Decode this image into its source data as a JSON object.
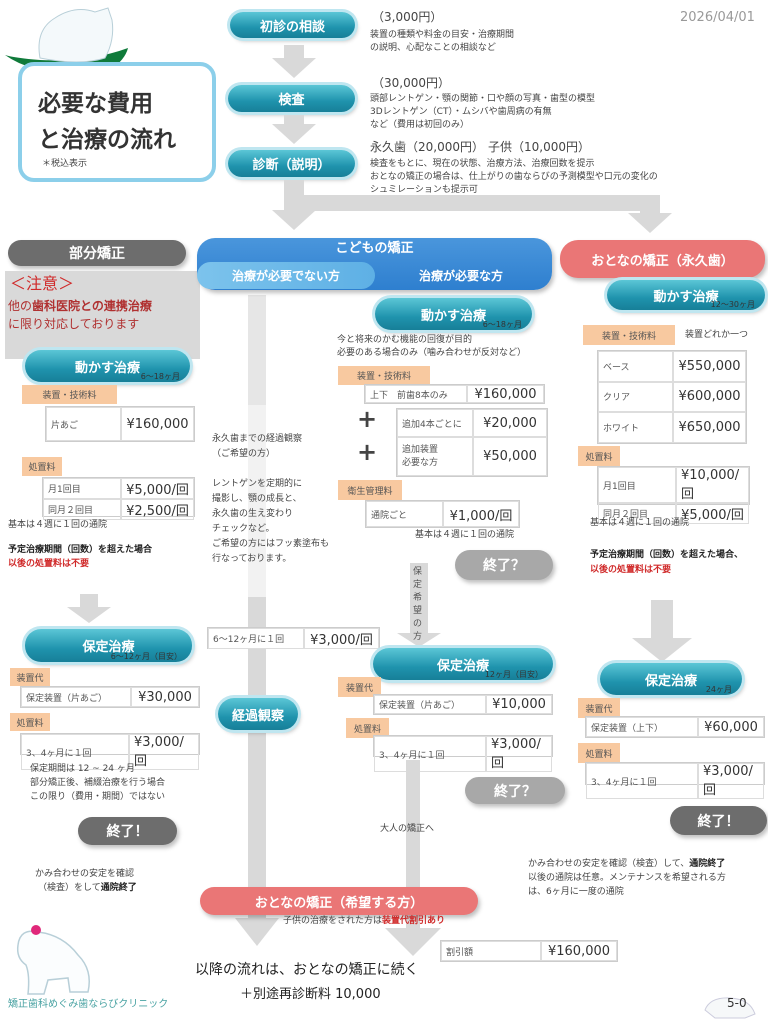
{
  "date": "2026/04/01",
  "title": {
    "line1": "必要な費用",
    "line2": "と治療の流れ",
    "note": "＊税込表示"
  },
  "steps": [
    {
      "label": "初診の相談",
      "price": "（3,000円）",
      "desc": [
        "装置の種類や料金の目安・治療期間",
        "の説明、心配なことの相談など"
      ]
    },
    {
      "label": "検査",
      "price": "（30,000円）",
      "desc": [
        "頭部レントゲン・顎の関節・口や顔の写真・歯型の模型",
        "3Dレントゲン（CT）・ムシバや歯周病の有無",
        "など（費用は初回のみ）"
      ]
    },
    {
      "label": "診断（説明）",
      "price": "永久歯（20,000円）",
      "price2": "子供（10,000円）",
      "desc": [
        "検査をもとに、現在の状態、治療方法、治療回数を提示",
        "おとなの矯正の場合は、仕上がりの歯ならびの予測模型や口元の変化の",
        "シュミレーションも提示可"
      ]
    }
  ],
  "partial": {
    "header": "部分矯正",
    "notice": {
      "title": "＜注意＞",
      "l1a": "他の",
      "l1b": "歯科医院との連携治療",
      "l2": "に限り対応しております"
    },
    "move": {
      "label": "動かす治療",
      "period": "6〜18ヶ月"
    },
    "device_tag": "装置・技術料",
    "device_rows": [
      [
        "片あご",
        "¥160,000"
      ]
    ],
    "proc_tag": "処置料",
    "proc_rows": [
      [
        "月1回目",
        "¥5,000/回"
      ],
      [
        "同月２回目",
        "¥2,500/回"
      ]
    ],
    "visit_note": "基本は４週に１回の通院",
    "over_note": "予定治療期間（回数）を超えた場合",
    "over_red": "以後の処置料は不要",
    "retain": {
      "label": "保定治療",
      "period": "6〜12ヶ月（目安）"
    },
    "ret_device_tag": "装置代",
    "ret_device": [
      "保定装置（片あご）",
      "¥30,000"
    ],
    "ret_proc_tag": "処置料",
    "ret_proc": [
      "3、4ヶ月に１回",
      "¥3,000/回"
    ],
    "ret_notes": [
      "保定期間は 12 ~ 24 ヶ月",
      "部分矯正後、補綴治療を行う場合",
      "この限り（費用・期間）ではない"
    ],
    "end": "終了！",
    "end_note1": "かみ合わせの安定を確認",
    "end_note2a": "（検査）をして",
    "end_note2b": "通院終了"
  },
  "kids": {
    "header": "こどもの矯正",
    "no_need": "治療が必要でない方",
    "need": "治療が必要な方",
    "observe_notes": [
      "永久歯までの経過観察",
      "（ご希望の方）",
      "",
      "レントゲンを定期的に",
      "撮影し、顎の成長と、",
      "永久歯の生え変わり",
      "チェックなど。",
      "ご希望の方にはフッ素塗布も",
      "行なっております。"
    ],
    "observe_row": [
      "6〜12ヶ月に１回",
      "¥3,000/回"
    ],
    "observe_label": "経過観察",
    "move": {
      "label": "動かす治療",
      "period": "6〜18ヶ月"
    },
    "move_notes": [
      "今と将来のかむ機能の回復が目的",
      "必要のある場合のみ（噛み合わせが反対など）"
    ],
    "device_tag": "装置・技術料",
    "device_row": [
      "上下　前歯8本のみ",
      "¥160,000"
    ],
    "plus": "+",
    "add_rows": [
      [
        "追加4本ごとに",
        "¥20,000"
      ],
      [
        "追加装置\n必要な方",
        "¥50,000"
      ]
    ],
    "hyg_tag": "衛生管理料",
    "hyg_row": [
      "通院ごと",
      "¥1,000/回"
    ],
    "visit_note": "基本は４週に１回の通院",
    "end_q": "終了？",
    "retain_wish": "保定希望の方",
    "retain": {
      "label": "保定治療",
      "period": "12ヶ月（目安）"
    },
    "ret_device_tag": "装置代",
    "ret_device": [
      "保定装置（片あご）",
      "¥10,000"
    ],
    "ret_proc_tag": "処置料",
    "ret_proc": [
      "3、4ヶ月に１回",
      "¥3,000/回"
    ],
    "end_q2": "終了？",
    "to_adult": "大人の矯正へ"
  },
  "adult": {
    "header": "おとなの矯正（永久歯）",
    "move": {
      "label": "動かす治療",
      "period": "12〜30ヶ月"
    },
    "device_tag": "装置・技術料",
    "device_note": "装置どれか一つ",
    "device_rows": [
      [
        "ベース",
        "¥550,000"
      ],
      [
        "クリア",
        "¥600,000"
      ],
      [
        "ホワイト",
        "¥650,000"
      ]
    ],
    "proc_tag": "処置料",
    "proc_rows": [
      [
        "月1回目",
        "¥10,000/回"
      ],
      [
        "同月２回目",
        "¥5,000/回"
      ]
    ],
    "visit_note": "基本は４週に１回の通院",
    "over_note": "予定治療期間（回数）を超えた場合、",
    "over_red": "以後の処置料は不要",
    "retain": {
      "label": "保定治療",
      "period": "24ヶ月"
    },
    "ret_device_tag": "装置代",
    "ret_device": [
      "保定装置（上下）",
      "¥60,000"
    ],
    "ret_proc_tag": "処置料",
    "ret_proc": [
      "3、4ヶ月に１回",
      "¥3,000/回"
    ],
    "end": "終了！",
    "end_note1a": "かみ合わせの安定を確認（検査）して、",
    "end_note1b": "通院終了",
    "end_note2": "以後の通院は任意。メンテナンスを希望される方",
    "end_note3": "は、6ヶ月に一度の通院"
  },
  "bottom": {
    "header": "おとなの矯正（希望する方）",
    "discount_a": "子供の治療をされた方は",
    "discount_b": "装置代割引あり",
    "discount_row": [
      "割引額",
      "¥160,000"
    ],
    "cont1": "以降の流れは、おとなの矯正に続く",
    "cont2": "＋別途再診断料 10,000"
  },
  "clinic": "矯正歯科めぐみ歯ならびクリニック",
  "page_no": "5-0",
  "colors": {
    "teal": "#1f93ad",
    "kids_blue": "#2e7fcf",
    "adult_pink": "#ea7676",
    "tag": "#f8c9a0",
    "red": "#d02a2a",
    "gray_pill": "#6d6d6d"
  }
}
